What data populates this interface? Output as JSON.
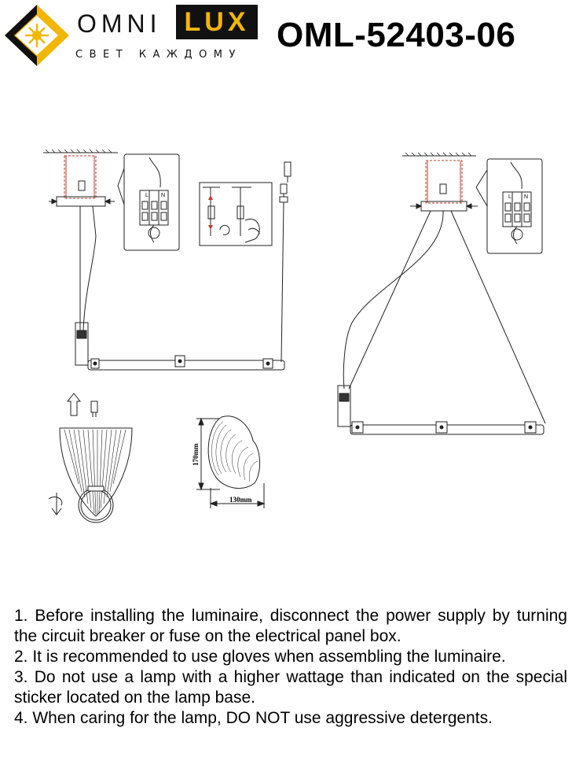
{
  "brand": {
    "name_left": "OMNI",
    "name_right": "LUX",
    "tagline": "СВЕТ КАЖДОМУ",
    "accent_color": "#f2b705"
  },
  "model": "OML-52403-06",
  "diagram": {
    "terminal_labels": [
      "L",
      "N"
    ],
    "dimension_height": "170mm",
    "dimension_width": "130mm"
  },
  "instructions": [
    "1. Before installing the luminaire, disconnect the power supply by turning the circuit breaker or fuse on the electrical panel box.",
    "2. It is recommended to use gloves when assembling the luminaire.",
    "3. Do not use a lamp with a higher wattage than indicated on the special sticker located on the lamp base.",
    "4. When caring for the lamp, DO NOT use aggressive detergents."
  ]
}
